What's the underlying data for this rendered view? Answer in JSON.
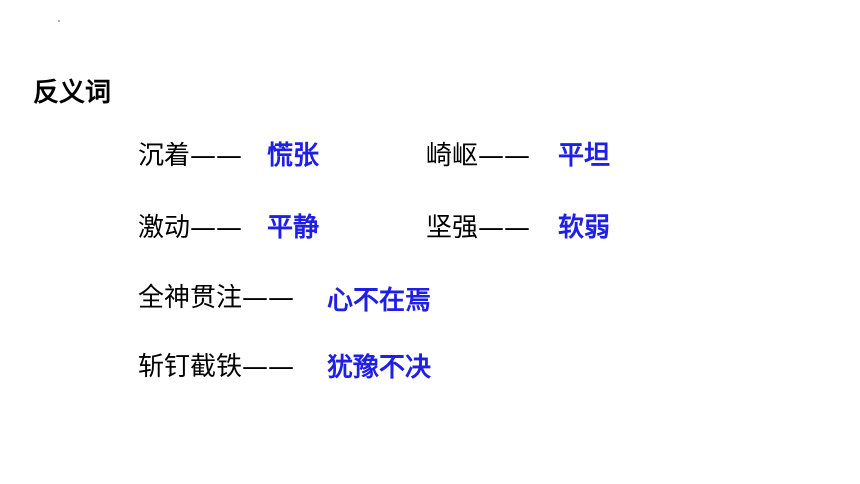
{
  "slide": {
    "title": "反义词",
    "pairs": [
      {
        "term": "沉着",
        "dash": "——",
        "answer": "慌张"
      },
      {
        "term": "崎岖",
        "dash": "——",
        "answer": "平坦"
      },
      {
        "term": "激动",
        "dash": "——",
        "answer": "平静"
      },
      {
        "term": "坚强",
        "dash": "——",
        "answer": "软弱"
      },
      {
        "term": "全神贯注",
        "dash": "——",
        "answer": "心不在焉"
      },
      {
        "term": "斩钉截铁",
        "dash": "——",
        "answer": "犹豫不决"
      }
    ],
    "colors": {
      "answer": "#1f1fe6",
      "term": "#000000"
    }
  }
}
